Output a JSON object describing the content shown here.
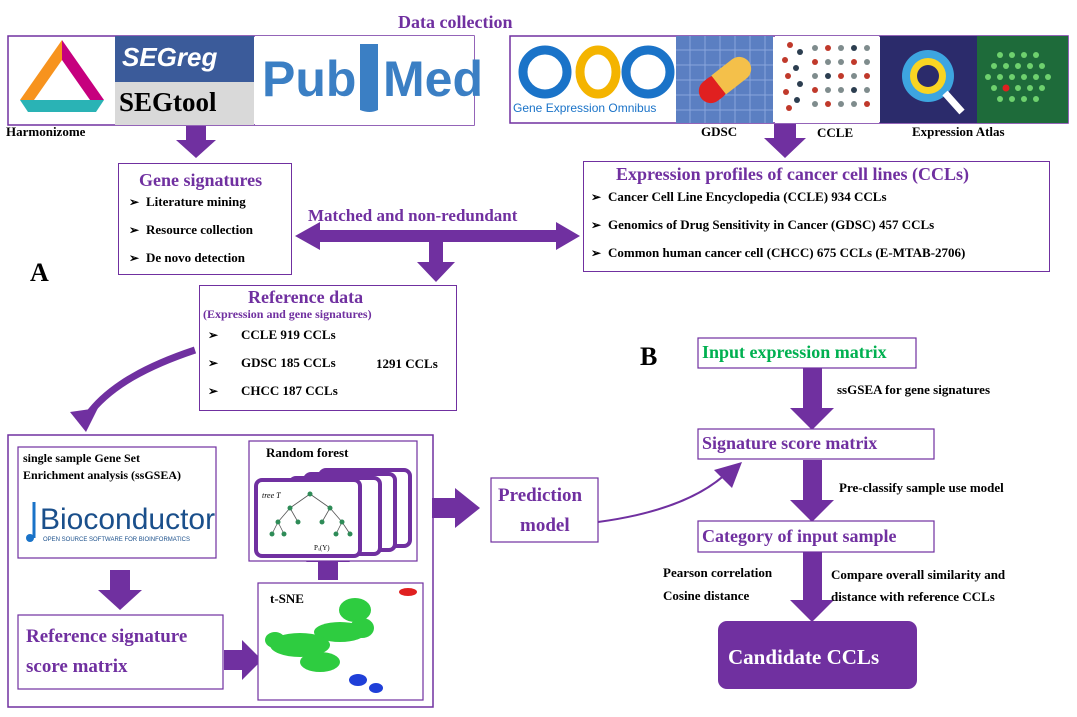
{
  "header": {
    "title": "Data collection"
  },
  "sources_left": {
    "harmonizome": "Harmonizome",
    "segreg": "SEGreg",
    "segtool": "SEGtool",
    "pubmed_pub": "Pub",
    "pubmed_med": "Med"
  },
  "sources_right": {
    "geo_logo": "GEO",
    "geo_caption": "Gene Expression Omnibus",
    "gdsc": "GDSC",
    "ccle": "CCLE",
    "expression_atlas": "Expression Atlas"
  },
  "gene_signatures": {
    "title": "Gene signatures",
    "items": [
      "Literature mining",
      "Resource collection",
      "De novo detection"
    ]
  },
  "expression_profiles": {
    "title": "Expression  profiles  of cancer cell lines (CCLs)",
    "items": [
      "Cancer Cell Line Encyclopedia  (CCLE)  934 CCLs",
      "Genomics of Drug Sensitivity in Cancer (GDSC) 457 CCLs",
      "Common  human  cancer cell (CHCC)  675 CCLs (E-MTAB-2706)"
    ]
  },
  "matched_label": "Matched and non-redundant",
  "panel_a": "A",
  "panel_b": "B",
  "reference_data": {
    "title": "Reference data",
    "subtitle": "(Expression  and  gene signatures)",
    "items": [
      "CCLE  919 CCLs",
      "GDSC 185 CCLs",
      "CHCC  187 CCLs"
    ],
    "total": "1291 CCLs"
  },
  "ssgsea": {
    "line1": "single sample Gene Set",
    "line2": "Enrichment analysis (ssGSEA)",
    "logo": "Bioconductor",
    "logo_sub": "OPEN SOURCE SOFTWARE FOR BIOINFORMATICS"
  },
  "random_forest": {
    "title": "Random  forest",
    "tree_label": "tree T",
    "prob_label": "Pₓ(Y)"
  },
  "tsne": {
    "title": "t-SNE"
  },
  "ref_matrix": {
    "line1": "Reference signature",
    "line2": "score matrix"
  },
  "prediction": {
    "line1": "Prediction",
    "line2": "model"
  },
  "flow_b": {
    "input": "Input  expression  matrix",
    "ssgsea_label": "ssGSEA for gene signatures",
    "signature": "Signature  score matrix",
    "preclassify": "Pre-classify sample use model",
    "category": "Category of input  sample",
    "pearson": "Pearson correlation",
    "cosine": "Cosine distance",
    "compare1": "Compare  overall similarity  and",
    "compare2": "distance with  reference CCLs",
    "candidate": "Candidate CCLs"
  },
  "colors": {
    "purple": "#7030a0",
    "green": "#00b050",
    "box_fill": "#7030a0"
  }
}
